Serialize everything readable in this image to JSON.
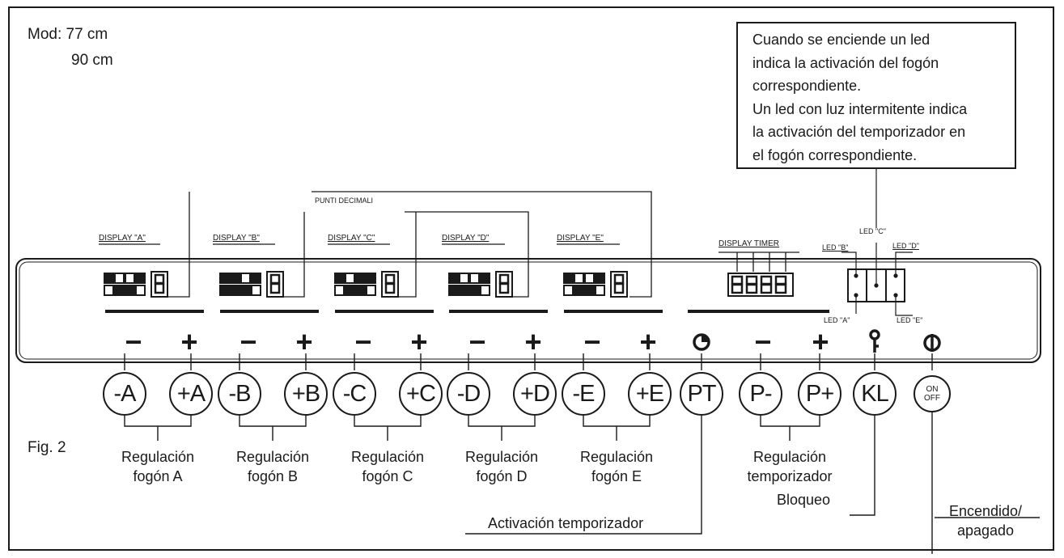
{
  "model": {
    "prefix": "Mod: 77 cm",
    "second": "90 cm"
  },
  "figure_label": "Fig. 2",
  "note_box": [
    "Cuando se enciende un led",
    "indica la activación del fogón",
    "correspondiente.",
    "Un led con luz intermitente indica",
    "la activación del temporizador en",
    "el fogón correspondiente."
  ],
  "decimal_points_label": "PUNTI DECIMALI",
  "displays": [
    "DISPLAY \"A\"",
    "DISPLAY \"B\"",
    "DISPLAY \"C\"",
    "DISPLAY \"D\"",
    "DISPLAY \"E\""
  ],
  "display_timer_label": "DISPLAY TIMER",
  "leds": {
    "a": "LED \"A\"",
    "b": "LED \"B\"",
    "c": "LED \"C\"",
    "d": "LED \"D\"",
    "e": "LED \"E\""
  },
  "symbols": {
    "minus": "−",
    "plus": "+",
    "clock": "clock-icon",
    "key": "key-icon",
    "power": "power-icon"
  },
  "buttons": {
    "minus_a": "-A",
    "plus_a": "+A",
    "minus_b": "-B",
    "plus_b": "+B",
    "minus_c": "-C",
    "plus_c": "+C",
    "minus_d": "-D",
    "plus_d": "+D",
    "minus_e": "-E",
    "plus_e": "+E",
    "pt": "PT",
    "p_minus": "P-",
    "p_plus": "P+",
    "kl": "KL",
    "on": "ON",
    "off": "OFF"
  },
  "captions": {
    "burner_a": [
      "Regulación",
      "fogón A"
    ],
    "burner_b": [
      "Regulación",
      "fogón B"
    ],
    "burner_c": [
      "Regulación",
      "fogón C"
    ],
    "burner_d": [
      "Regulación",
      "fogón D"
    ],
    "burner_e": [
      "Regulación",
      "fogón E"
    ],
    "timer": [
      "Regulación",
      "temporizador"
    ],
    "lock": "Bloqueo",
    "timer_activation": "Activación temporizador",
    "power": [
      "Encendido/",
      "apagado"
    ]
  }
}
